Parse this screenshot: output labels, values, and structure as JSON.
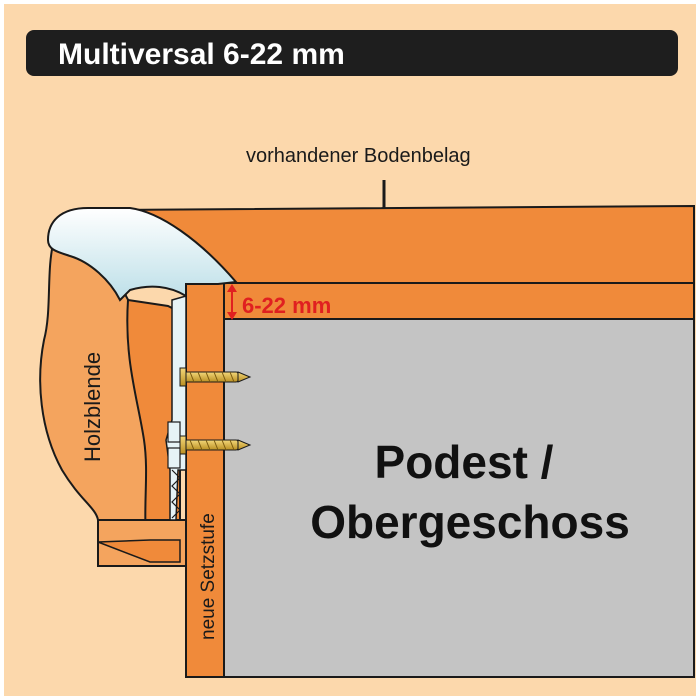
{
  "title": "Multiversal 6-22 mm",
  "labels": {
    "existing_floor": "vorhandener Bodenbelag",
    "gap": "6-22 mm",
    "wood_panel": "Holzblende",
    "new_riser": "neue Setzstufe",
    "landing_line1": "Podest /",
    "landing_line2": "Obergeschoss"
  },
  "colors": {
    "background": "#fcd8ac",
    "title_bar": "#1e1e1e",
    "title_text": "#ffffff",
    "floor_orange": "#f08a3a",
    "floor_orange_light": "#f4a45e",
    "landing_gray": "#c4c4c4",
    "profile_blue": "#d8ecf2",
    "screw_gold": "#d8b040",
    "dimension_red": "#e02020",
    "outline": "#1a1a1a"
  },
  "icons": {
    "arrow": "down-arrow-icon",
    "screw": "screw-icon"
  }
}
